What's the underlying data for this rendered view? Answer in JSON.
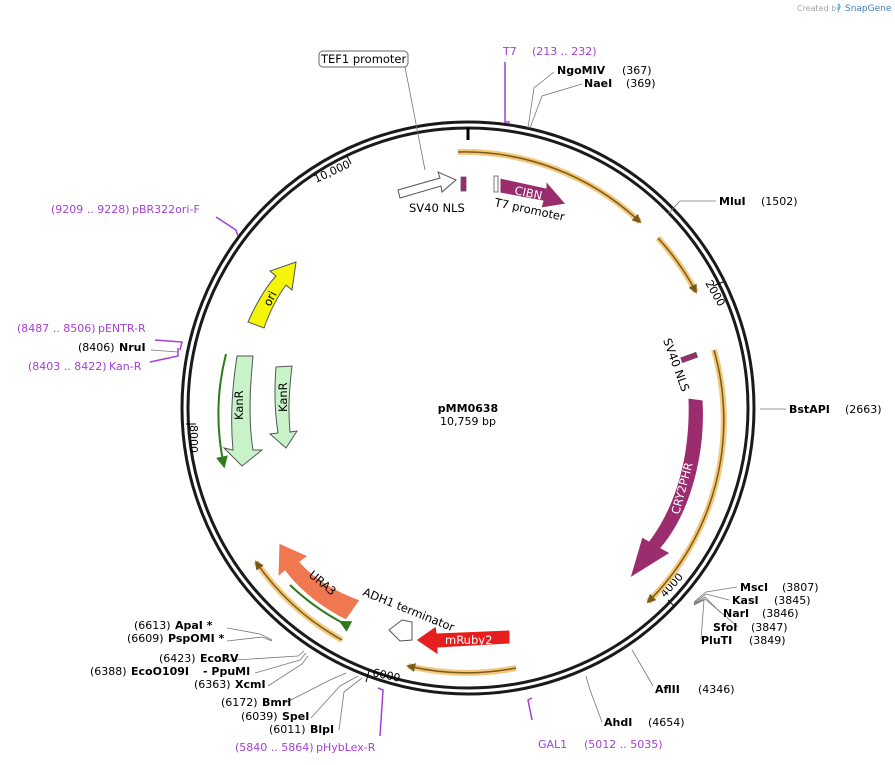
{
  "credit": {
    "prefix": "Created by",
    "brand": "SnapGene"
  },
  "plasmid": {
    "name": "pMM0638",
    "size_label": "10,759 bp",
    "length_bp": 10759
  },
  "ticks": [
    {
      "label": "10,000",
      "bp": 10000
    },
    {
      "label": "2000",
      "bp": 2000
    },
    {
      "label": "4000",
      "bp": 4000
    },
    {
      "label": "6000",
      "bp": 6000
    },
    {
      "label": "8000",
      "bp": 8000
    }
  ],
  "sites_right": [
    {
      "name": "NgoMIV",
      "pos": "(367)"
    },
    {
      "name": "NaeI",
      "pos": "(369)"
    },
    {
      "name": "MluI",
      "pos": "(1502)"
    },
    {
      "name": "BstAPI",
      "pos": "(2663)"
    },
    {
      "name": "MscI",
      "pos": "(3807)"
    },
    {
      "name": "KasI",
      "pos": "(3845)"
    },
    {
      "name": "NarI",
      "pos": "(3846)"
    },
    {
      "name": "SfoI",
      "pos": "(3847)"
    },
    {
      "name": "PluTI",
      "pos": "(3849)"
    },
    {
      "name": "AflII",
      "pos": "(4346)"
    },
    {
      "name": "AhdI",
      "pos": "(4654)"
    }
  ],
  "sites_left": [
    {
      "name": "NruI",
      "pos": "(8406)"
    },
    {
      "name": "ApaI *",
      "pos": "(6613)"
    },
    {
      "name": "PspOMI *",
      "pos": "(6609)"
    },
    {
      "name": "EcoRV",
      "pos": "(6423)"
    },
    {
      "name": "EcoO109I",
      "pos": "(6388)",
      "name2": "- PpuMI"
    },
    {
      "name": "XcmI",
      "pos": "(6363)"
    },
    {
      "name": "BmrI",
      "pos": "(6172)"
    },
    {
      "name": "SpeI",
      "pos": "(6039)"
    },
    {
      "name": "BlpI",
      "pos": "(6011)"
    }
  ],
  "primers": [
    {
      "name": "T7",
      "range": "(213 .. 232)"
    },
    {
      "name": "pBR322ori-F",
      "range": "(9209 .. 9228)"
    },
    {
      "name": "pENTR-R",
      "range": "(8487 .. 8506)"
    },
    {
      "name": "Kan-R",
      "range": "(8403 .. 8422)"
    },
    {
      "name": "GAL1",
      "range": "(5012 .. 5035)"
    },
    {
      "name": "pHybLex-R",
      "range": "(5840 .. 5864)"
    }
  ],
  "features": [
    {
      "name": "TEF1 promoter"
    },
    {
      "name": "SV40 NLS"
    },
    {
      "name": "T7 promoter"
    },
    {
      "name": "CIBN"
    },
    {
      "name": "SV40 NLS"
    },
    {
      "name": "CRY2PHR"
    },
    {
      "name": "mRuby2"
    },
    {
      "name": "ADH1 terminator"
    },
    {
      "name": "URA3"
    },
    {
      "name": "KanR"
    },
    {
      "name": "KanR"
    },
    {
      "name": "ori"
    }
  ],
  "colors": {
    "backbone": "#1a1a1a",
    "primer": "#a53fd6",
    "orf_band": "#e8a33a",
    "cds_purple": "#9b2d6e",
    "mruby": "#e61e1e",
    "ura3": "#f07850",
    "kanr": "#c8f2c8",
    "ori": "#f5f50a",
    "feature_outline": "#ffffff"
  }
}
